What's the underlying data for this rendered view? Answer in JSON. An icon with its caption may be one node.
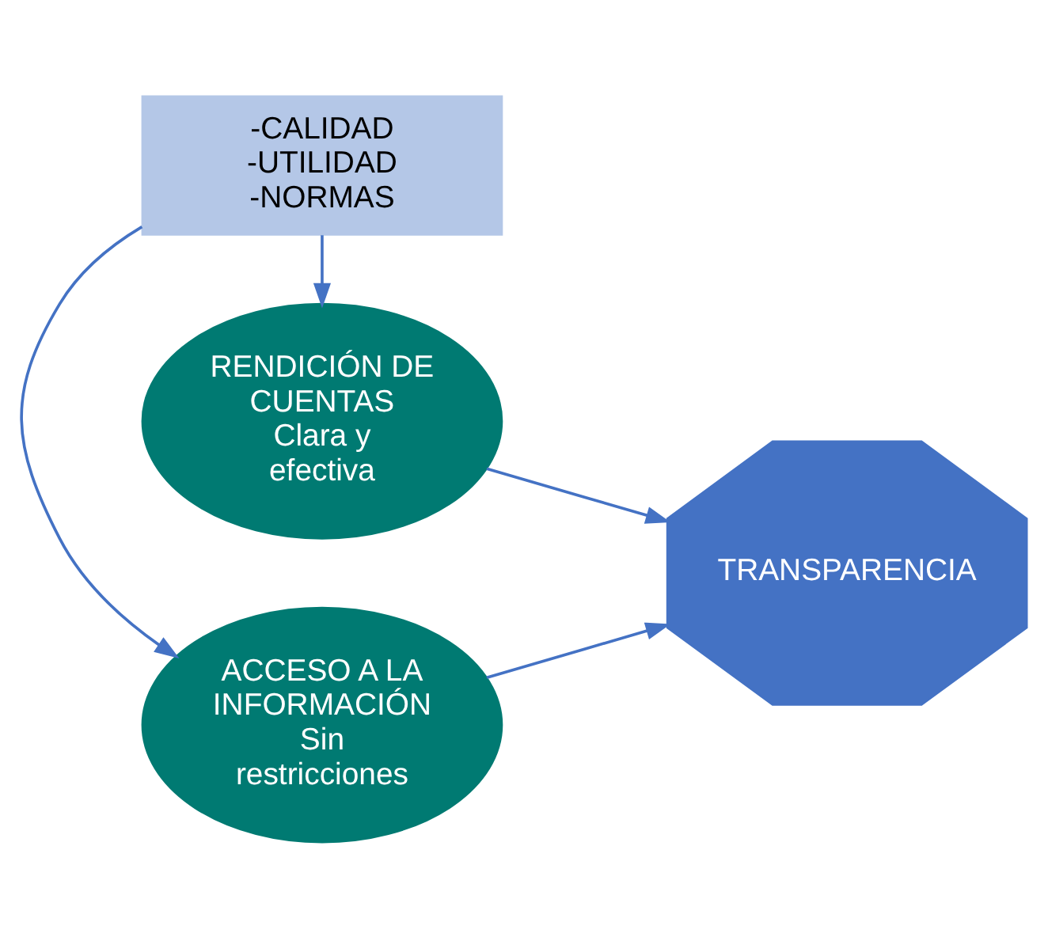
{
  "diagram": {
    "nodes": [
      {
        "text": [
          "ACCESO A LA INFORMACIÓN",
          "Sin restricciones"
        ]
      },
      {
        "text": [
          "-CALIDAD",
          "-UTILIDAD",
          "-NORMAS"
        ]
      },
      {
        "text": [
          "RENDICIÓN DE CUENTAS",
          "Clara y efectiva"
        ]
      },
      {
        "text": [
          "TRANSPARENCIA"
        ]
      }
    ],
    "edges": [
      {
        "from": 1,
        "to": 0,
        "arrow": "to"
      },
      {
        "from": 1,
        "to": 2,
        "arrow": "to"
      },
      {
        "from": 0,
        "to": 3,
        "arrow": "to"
      },
      {
        "from": 2,
        "to": 3,
        "arrow": "to"
      }
    ]
  }
}
